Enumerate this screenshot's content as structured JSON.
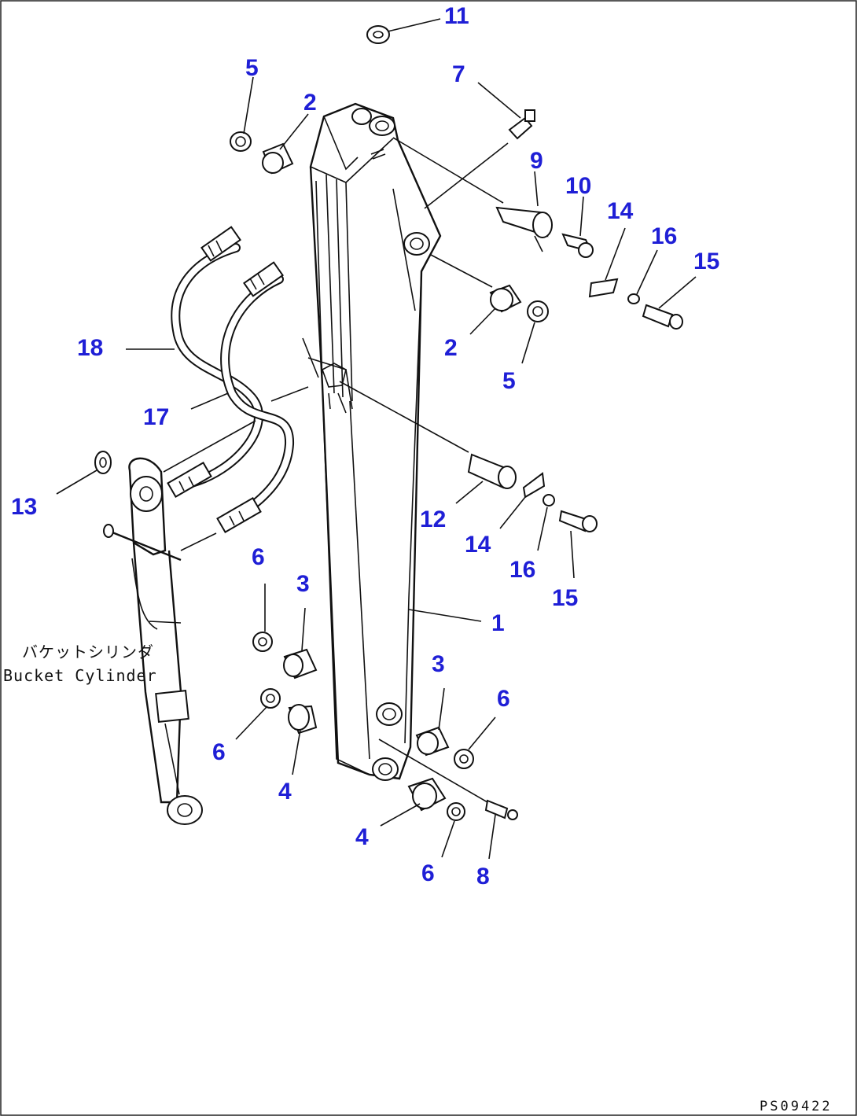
{
  "callouts": [
    {
      "id": "c11",
      "text": "11"
    },
    {
      "id": "c7",
      "text": "7"
    },
    {
      "id": "c5a",
      "text": "5"
    },
    {
      "id": "c2a",
      "text": "2"
    },
    {
      "id": "c9",
      "text": "9"
    },
    {
      "id": "c10",
      "text": "10"
    },
    {
      "id": "c14a",
      "text": "14"
    },
    {
      "id": "c16a",
      "text": "16"
    },
    {
      "id": "c15a",
      "text": "15"
    },
    {
      "id": "c18",
      "text": "18"
    },
    {
      "id": "c2b",
      "text": "2"
    },
    {
      "id": "c5b",
      "text": "5"
    },
    {
      "id": "c17",
      "text": "17"
    },
    {
      "id": "c13",
      "text": "13"
    },
    {
      "id": "c12",
      "text": "12"
    },
    {
      "id": "c14b",
      "text": "14"
    },
    {
      "id": "c16b",
      "text": "16"
    },
    {
      "id": "c15b",
      "text": "15"
    },
    {
      "id": "c6a",
      "text": "6"
    },
    {
      "id": "c3a",
      "text": "3"
    },
    {
      "id": "c1",
      "text": "1"
    },
    {
      "id": "c3b",
      "text": "3"
    },
    {
      "id": "c6b",
      "text": "6"
    },
    {
      "id": "c6c",
      "text": "6"
    },
    {
      "id": "c4a",
      "text": "4"
    },
    {
      "id": "c4b",
      "text": "4"
    },
    {
      "id": "c6d",
      "text": "6"
    },
    {
      "id": "c8",
      "text": "8"
    }
  ],
  "caption": {
    "japanese": "バケットシリンダ",
    "english": "Bucket Cylinder"
  },
  "drawing_code": "PS09422",
  "colors": {
    "callout": "#1f1fd6",
    "line": "#111111",
    "background": "#ffffff"
  }
}
